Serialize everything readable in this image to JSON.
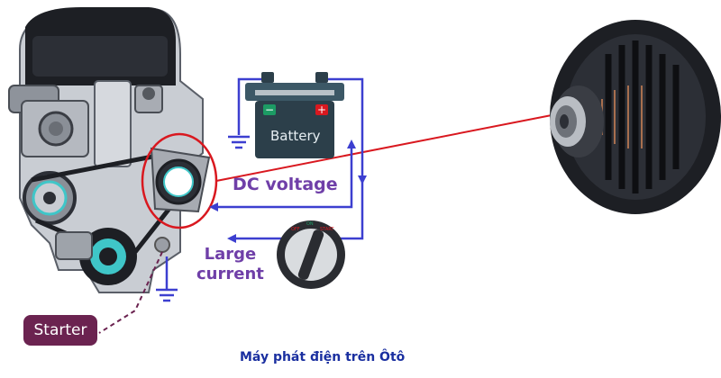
{
  "labels": {
    "battery": "Battery",
    "dc_voltage": "DC voltage",
    "large_current_line1": "Large",
    "large_current_line2": "current",
    "starter": "Starter",
    "caption": "Máy phát điện trên Ôtô",
    "battery_plus": "+",
    "battery_minus": "−",
    "switch_off": "OFF",
    "switch_on": "ON",
    "switch_start": "START"
  },
  "colors": {
    "wire_blue": "#3c3fd0",
    "highlight_red": "#d9181f",
    "label_purple": "#6f3fa8",
    "starter_bg": "#6b2350",
    "caption_blue": "#1a2fa0",
    "engine_body": "#c9cdd3",
    "engine_dark": "#1d1f24",
    "accent_cyan": "#3fc6c8",
    "battery_body": "#2c3f4a"
  }
}
